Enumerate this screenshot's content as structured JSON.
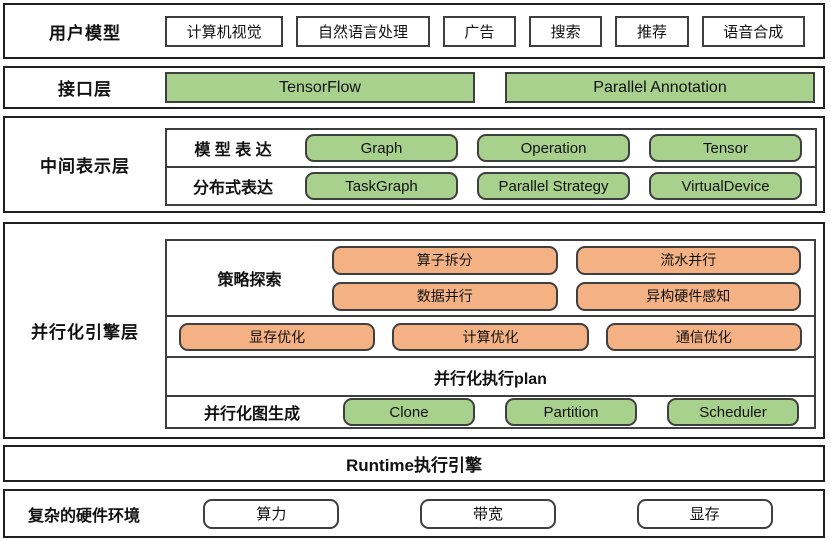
{
  "colors": {
    "green": "#A9D18E",
    "orange": "#F4B183",
    "border_dark": "#3f3f3f",
    "outer_border": "#1f1f1f"
  },
  "layers": {
    "user_model": {
      "label": "用户模型",
      "items": [
        "计算机视觉",
        "自然语言处理",
        "广告",
        "搜索",
        "推荐",
        "语音合成"
      ]
    },
    "interface": {
      "label": "接口层",
      "items": [
        "TensorFlow",
        "Parallel Annotation"
      ]
    },
    "intermediate": {
      "label": "中间表示层",
      "rows": [
        {
          "label": "模 型 表 达",
          "items": [
            "Graph",
            "Operation",
            "Tensor"
          ]
        },
        {
          "label": "分布式表达",
          "items": [
            "TaskGraph",
            "Parallel Strategy",
            "VirtualDevice"
          ]
        }
      ]
    },
    "engine": {
      "label": "并行化引擎层",
      "strategy": {
        "label": "策略探索",
        "items": [
          "算子拆分",
          "流水并行",
          "数据并行",
          "异构硬件感知"
        ]
      },
      "optimizations": [
        "显存优化",
        "计算优化",
        "通信优化"
      ],
      "plan_label": "并行化执行plan",
      "graph_gen": {
        "label": "并行化图生成",
        "items": [
          "Clone",
          "Partition",
          "Scheduler"
        ]
      }
    },
    "runtime": {
      "label": "Runtime执行引擎"
    },
    "hardware": {
      "label": "复杂的硬件环境",
      "items": [
        "算力",
        "带宽",
        "显存"
      ]
    }
  }
}
